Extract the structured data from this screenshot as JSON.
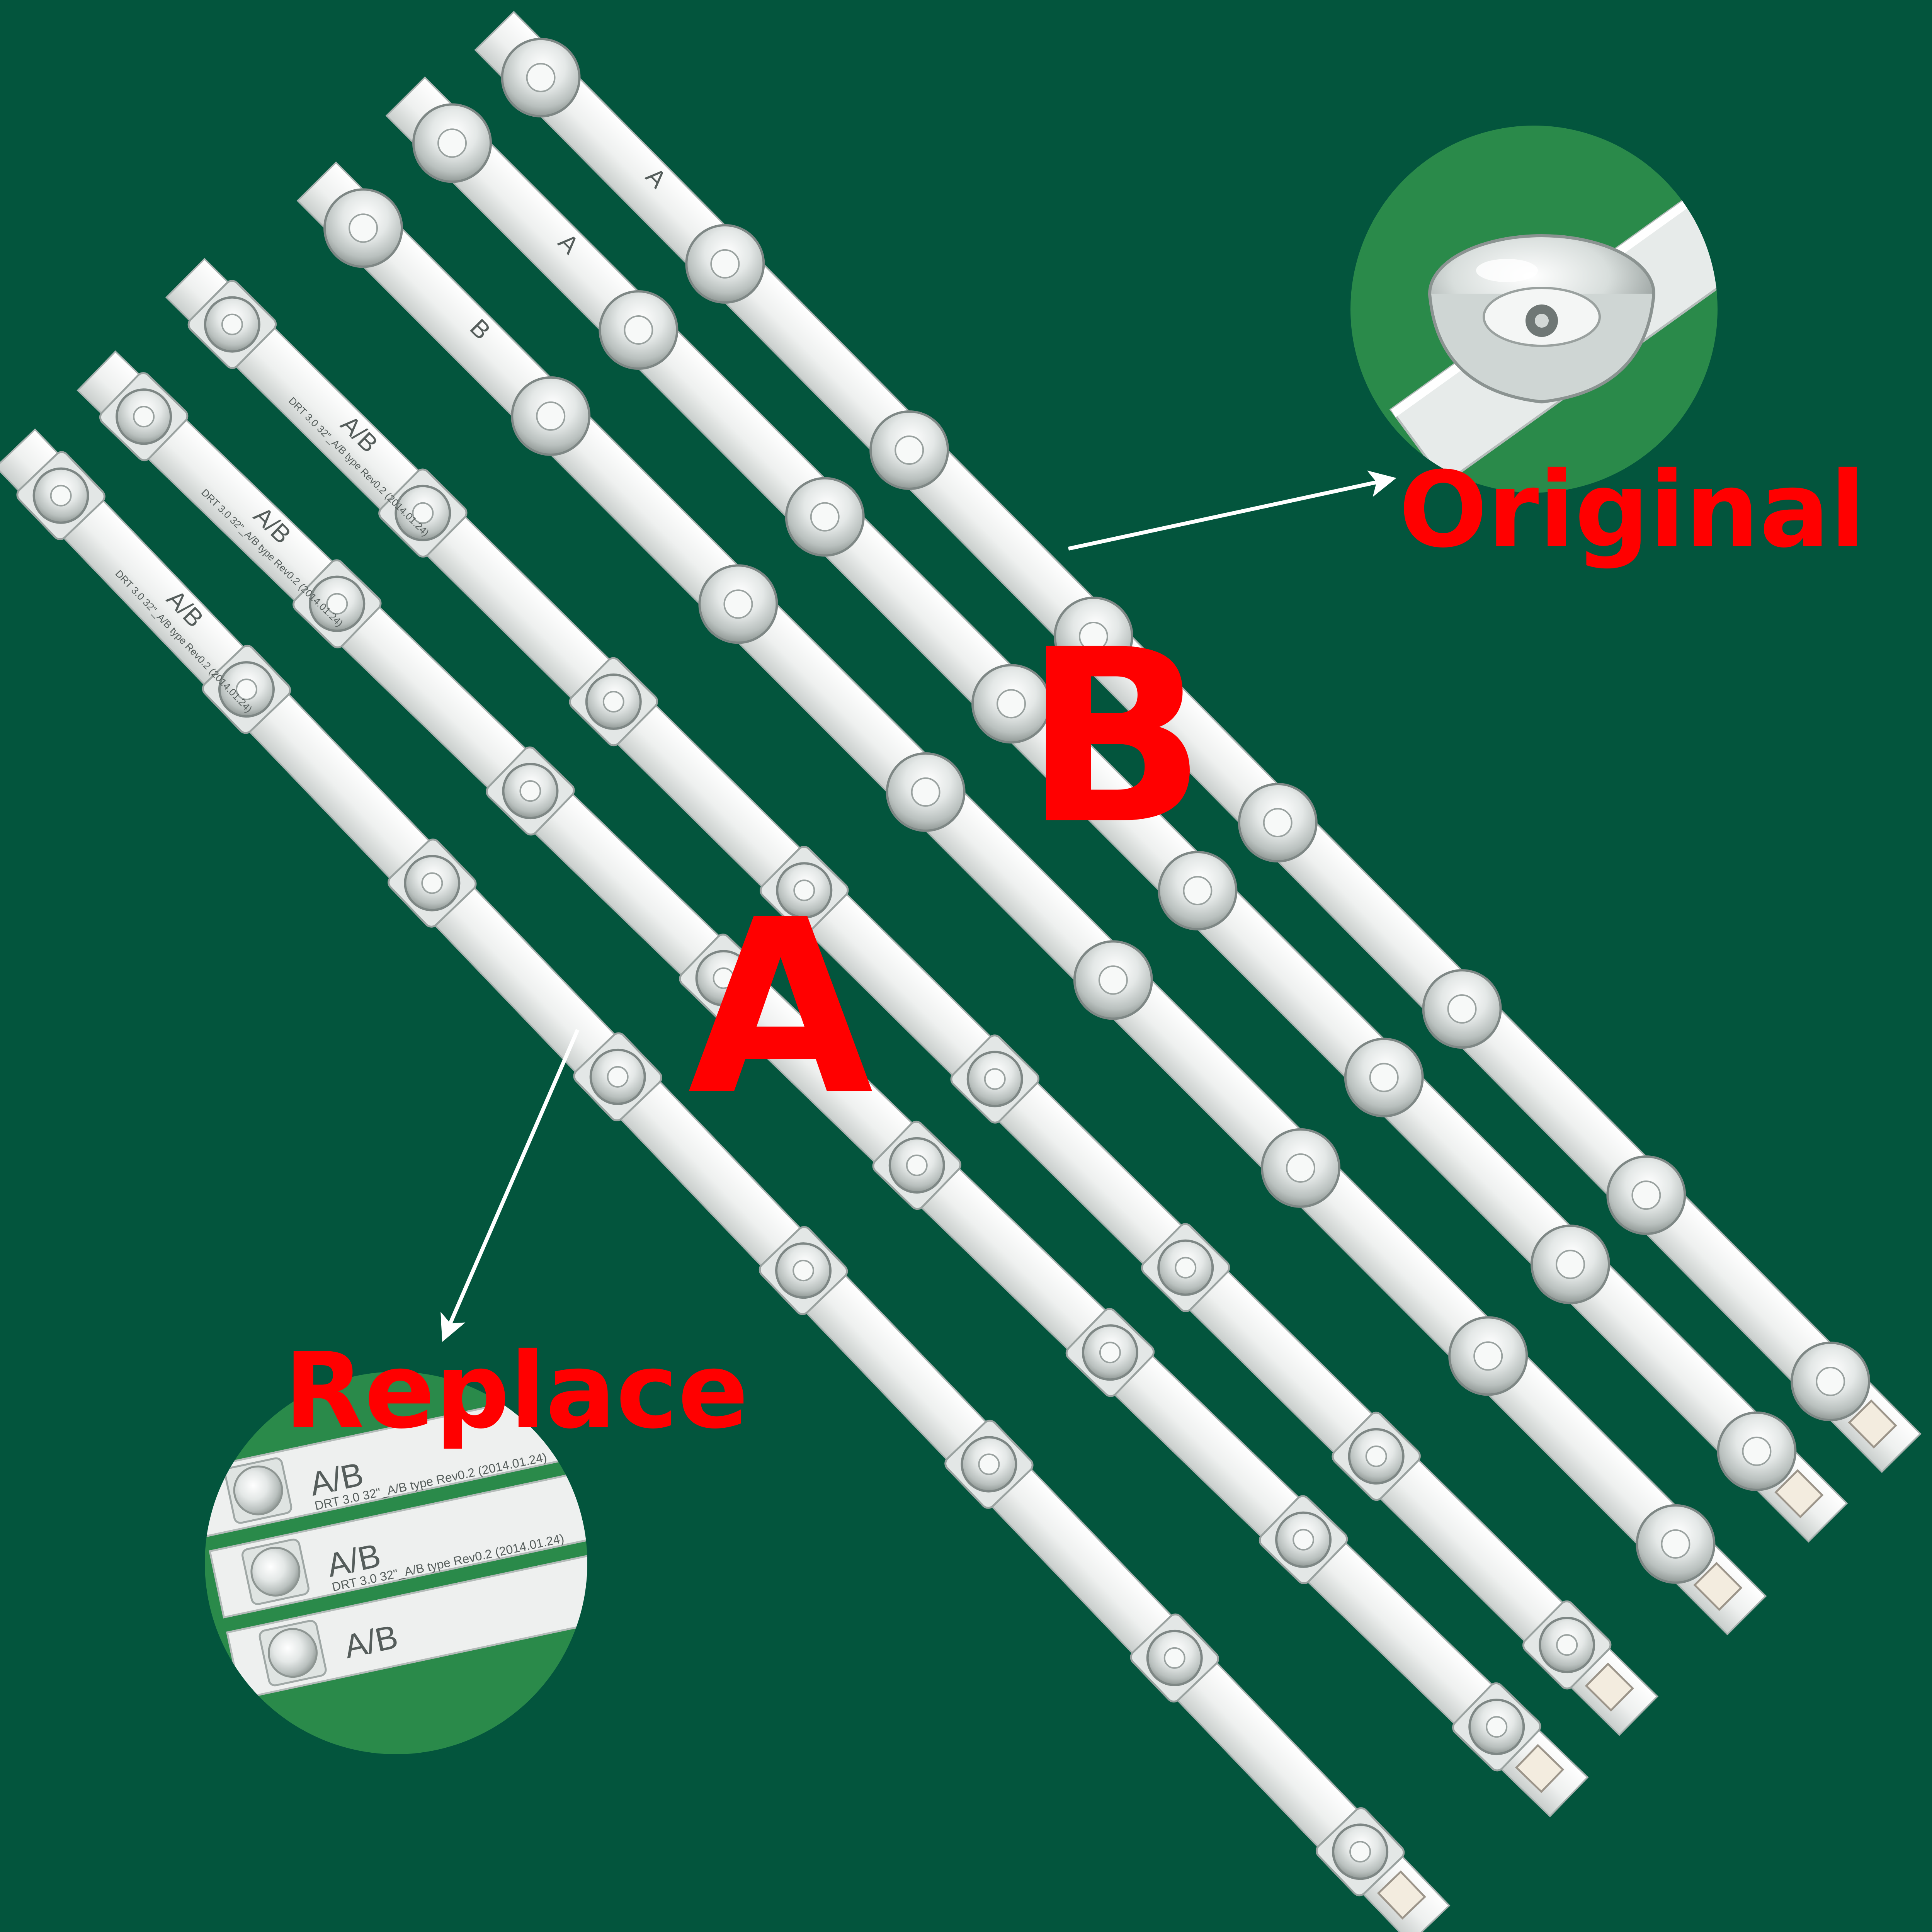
{
  "labels": {
    "original": "Original",
    "replace": "Replace",
    "type_a": "A",
    "type_b": "B"
  },
  "strip_markings": {
    "replacement_type": "A/B",
    "replacement_code": "DRT 3.0 32\"_A/B type Rev0.2 (2014.01.24)",
    "original_a": "A",
    "original_b": "B"
  },
  "colors": {
    "background": "#03553d",
    "callout_background": "#2a8a4a",
    "label_red": "#ff0000",
    "strip_white": "#eef0ef",
    "arrow": "#ffffff"
  }
}
